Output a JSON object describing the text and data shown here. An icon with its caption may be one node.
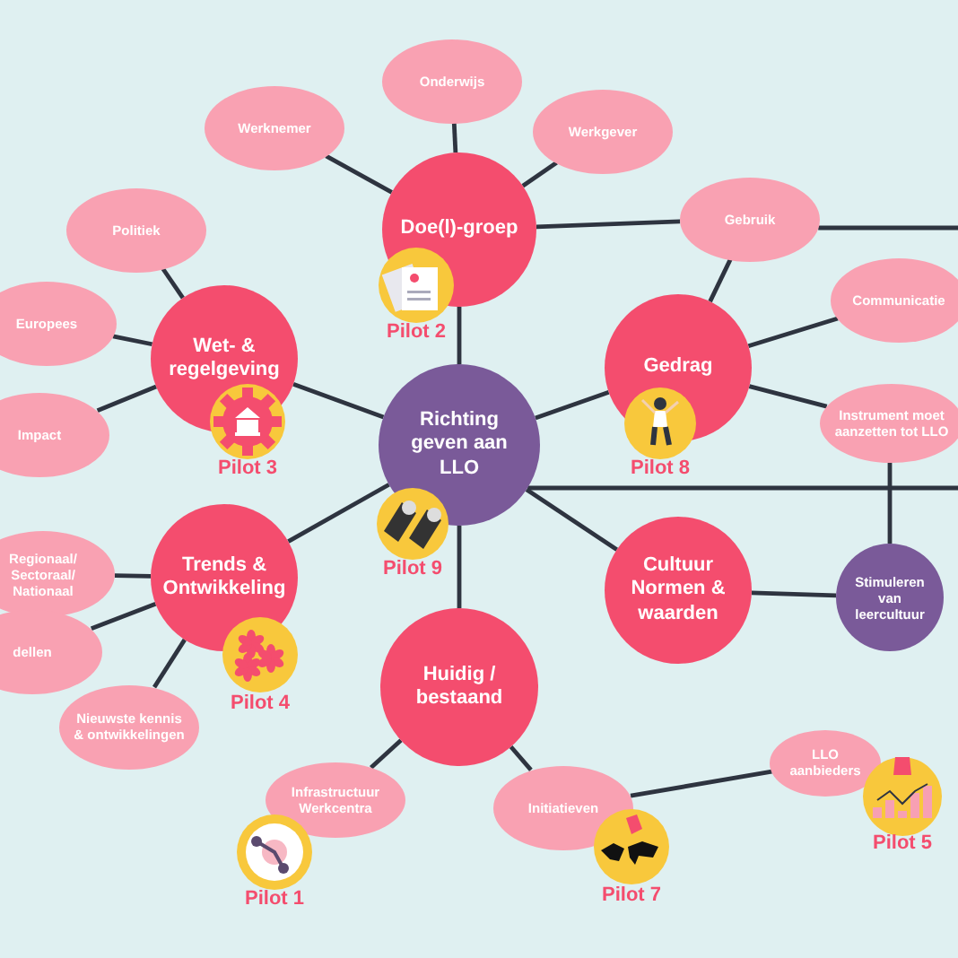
{
  "diagram": {
    "nodes": [
      {
        "text": [
          "Richting geven aan LLO"
        ],
        "beside": [
          "Pilot 9"
        ]
      },
      {
        "text": [
          "Doe(l)-groep"
        ],
        "beside": [
          "Pilot 2"
        ]
      },
      {
        "text": [
          "Onderwijs"
        ]
      },
      {
        "text": [
          "Werknemer"
        ]
      },
      {
        "text": [
          "Werkgever"
        ]
      },
      {
        "text": [
          "Wet- & regelgeving"
        ],
        "beside": [
          "Pilot 3"
        ]
      },
      {
        "text": [
          "Politiek"
        ]
      },
      {
        "text": [
          "Europees"
        ]
      },
      {
        "text": [
          "Impact"
        ]
      },
      {
        "text": [
          "Gedrag"
        ],
        "beside": [
          "Pilot 8"
        ]
      },
      {
        "text": [
          "Gebruik"
        ]
      },
      {
        "text": [
          "Communicatie"
        ]
      },
      {
        "text": [
          "Instrument moet aanzetten tot LLO"
        ]
      },
      {
        "text": [
          "Trends & Ontwikkeling"
        ],
        "beside": [
          "Pilot 4"
        ]
      },
      {
        "text": [
          "Regionaal/ Sectoraal/ Nationaal"
        ]
      },
      {
        "text": [
          "dellen"
        ]
      },
      {
        "text": [
          "Nieuwste kennis & ontwikkelingen"
        ]
      },
      {
        "text": [
          "Cultuur Normen & waarden"
        ]
      },
      {
        "text": [
          "Stimuleren van leercultuur"
        ]
      },
      {
        "text": [
          "Huidig / bestaand"
        ]
      },
      {
        "text": [
          "Infrastructuur Werkcentra"
        ],
        "beside": [
          "Pilot 1"
        ]
      },
      {
        "text": [
          "Initiatieven"
        ],
        "beside": [
          "Pilot 7"
        ]
      },
      {
        "text": [
          "LLO aanbieders"
        ],
        "beside": [
          "Pilot 5"
        ]
      }
    ],
    "edges": [
      {
        "from": 0,
        "to": 1,
        "arrow": "none"
      },
      {
        "from": 0,
        "to": 5,
        "arrow": "none"
      },
      {
        "from": 0,
        "to": 9,
        "arrow": "none"
      },
      {
        "from": 0,
        "to": 13,
        "arrow": "none"
      },
      {
        "from": 0,
        "to": 17,
        "arrow": "none"
      },
      {
        "from": 0,
        "to": 19,
        "arrow": "none"
      },
      {
        "from": 1,
        "to": 2,
        "arrow": "none"
      },
      {
        "from": 1,
        "to": 3,
        "arrow": "none"
      },
      {
        "from": 1,
        "to": 4,
        "arrow": "none"
      },
      {
        "from": 1,
        "to": 10,
        "arrow": "none"
      },
      {
        "from": 10,
        "to": null,
        "arrow": "none"
      },
      {
        "from": 9,
        "to": 10,
        "arrow": "none"
      },
      {
        "from": 9,
        "to": 11,
        "arrow": "none"
      },
      {
        "from": 9,
        "to": 12,
        "arrow": "none"
      },
      {
        "from": 5,
        "to": 6,
        "arrow": "none"
      },
      {
        "from": 5,
        "to": 7,
        "arrow": "none"
      },
      {
        "from": 5,
        "to": 8,
        "arrow": "none"
      },
      {
        "from": 13,
        "to": 14,
        "arrow": "none"
      },
      {
        "from": 13,
        "to": 15,
        "arrow": "none"
      },
      {
        "from": 13,
        "to": 16,
        "arrow": "none"
      },
      {
        "from": 17,
        "to": 18,
        "arrow": "none"
      },
      {
        "from": 0,
        "to": null,
        "arrow": "none"
      },
      {
        "from": 18,
        "to": 12,
        "arrow": "none"
      },
      {
        "from": 19,
        "to": 20,
        "arrow": "none"
      },
      {
        "from": 19,
        "to": 21,
        "arrow": "none"
      },
      {
        "from": 21,
        "to": 22,
        "arrow": "none"
      }
    ]
  }
}
